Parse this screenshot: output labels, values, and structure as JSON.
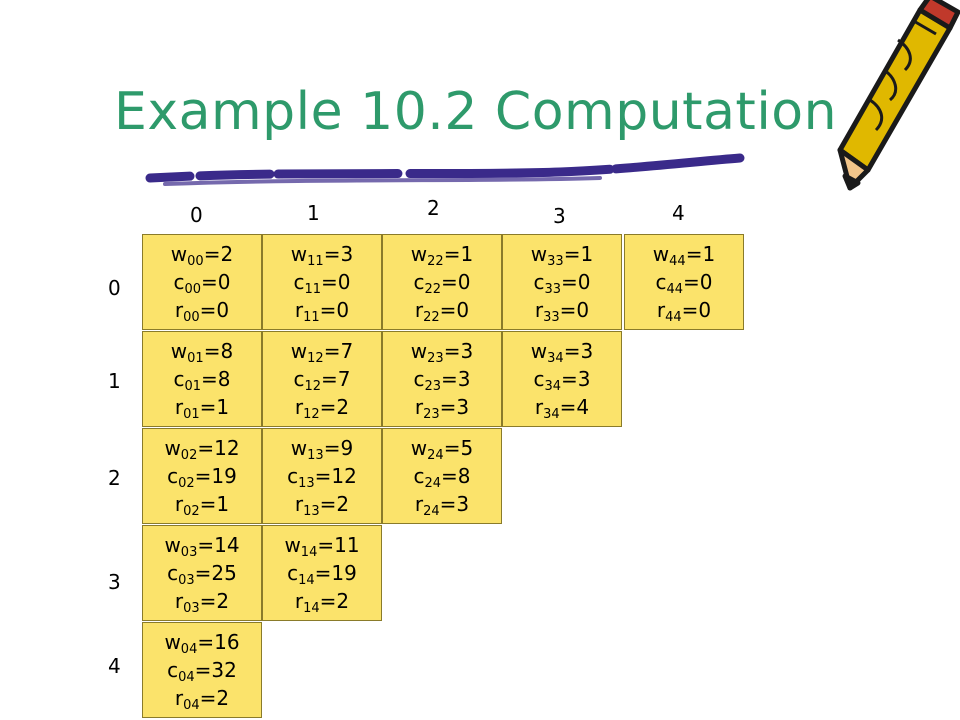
{
  "title": "Example 10.2 Computation",
  "column_labels": [
    "0",
    "1",
    "2",
    "3",
    "4"
  ],
  "row_labels": [
    "0",
    "1",
    "2",
    "3",
    "4"
  ],
  "colors": {
    "title": "#2e9a6b",
    "cell_fill": "#fbe36b",
    "stroke": "#3a2a8a"
  },
  "decoration": "pencil-icon",
  "cells": [
    {
      "col": 0,
      "row": 0,
      "lines": [
        {
          "v": "w",
          "s": "00",
          "val": "=2"
        },
        {
          "v": "c",
          "s": "00",
          "val": "=0"
        },
        {
          "v": "r",
          "s": "00",
          "val": "=0"
        }
      ]
    },
    {
      "col": 1,
      "row": 0,
      "lines": [
        {
          "v": "w",
          "s": "11",
          "val": "=3"
        },
        {
          "v": "c",
          "s": "11",
          "val": "=0"
        },
        {
          "v": "r",
          "s": "11",
          "val": "=0"
        }
      ]
    },
    {
      "col": 2,
      "row": 0,
      "lines": [
        {
          "v": "w",
          "s": "22",
          "val": "=1"
        },
        {
          "v": "c",
          "s": "22",
          "val": "=0"
        },
        {
          "v": "r",
          "s": "22",
          "val": "=0"
        }
      ]
    },
    {
      "col": 3,
      "row": 0,
      "lines": [
        {
          "v": "w",
          "s": "33",
          "val": "=1"
        },
        {
          "v": "c",
          "s": "33",
          "val": "=0"
        },
        {
          "v": "r",
          "s": "33",
          "val": "=0"
        }
      ]
    },
    {
      "col": 4,
      "row": 0,
      "lines": [
        {
          "v": "w",
          "s": "44",
          "val": "=1"
        },
        {
          "v": "c",
          "s": "44",
          "val": "=0"
        },
        {
          "v": "r",
          "s": "44",
          "val": "=0"
        }
      ]
    },
    {
      "col": 0,
      "row": 1,
      "lines": [
        {
          "v": "w",
          "s": "01",
          "val": "=8"
        },
        {
          "v": "c",
          "s": "01",
          "val": "=8"
        },
        {
          "v": "r",
          "s": "01",
          "val": "=1"
        }
      ]
    },
    {
      "col": 1,
      "row": 1,
      "lines": [
        {
          "v": "w",
          "s": "12",
          "val": "=7"
        },
        {
          "v": "c",
          "s": "12",
          "val": "=7"
        },
        {
          "v": "r",
          "s": "12",
          "val": "=2"
        }
      ]
    },
    {
      "col": 2,
      "row": 1,
      "lines": [
        {
          "v": "w",
          "s": "23",
          "val": "=3"
        },
        {
          "v": "c",
          "s": "23",
          "val": "=3"
        },
        {
          "v": "r",
          "s": "23",
          "val": "=3"
        }
      ]
    },
    {
      "col": 3,
      "row": 1,
      "lines": [
        {
          "v": "w",
          "s": "34",
          "val": "=3"
        },
        {
          "v": "c",
          "s": "34",
          "val": "=3"
        },
        {
          "v": "r",
          "s": "34",
          "val": "=4"
        }
      ]
    },
    {
      "col": 0,
      "row": 2,
      "lines": [
        {
          "v": "w",
          "s": "02",
          "val": "=12"
        },
        {
          "v": "c",
          "s": "02",
          "val": "=19"
        },
        {
          "v": "r",
          "s": "02",
          "val": "=1"
        }
      ]
    },
    {
      "col": 1,
      "row": 2,
      "lines": [
        {
          "v": "w",
          "s": "13",
          "val": "=9"
        },
        {
          "v": "c",
          "s": "13",
          "val": "=12"
        },
        {
          "v": "r",
          "s": "13",
          "val": "=2"
        }
      ]
    },
    {
      "col": 2,
      "row": 2,
      "lines": [
        {
          "v": "w",
          "s": "24",
          "val": "=5"
        },
        {
          "v": "c",
          "s": "24",
          "val": "=8"
        },
        {
          "v": "r",
          "s": "24",
          "val": "=3"
        }
      ]
    },
    {
      "col": 0,
      "row": 3,
      "lines": [
        {
          "v": "w",
          "s": "03",
          "val": "=14"
        },
        {
          "v": "c",
          "s": "03",
          "val": "=25"
        },
        {
          "v": "r",
          "s": "03",
          "val": "=2"
        }
      ]
    },
    {
      "col": 1,
      "row": 3,
      "lines": [
        {
          "v": "w",
          "s": "14",
          "val": "=11"
        },
        {
          "v": "c",
          "s": "14",
          "val": "=19"
        },
        {
          "v": "r",
          "s": "14",
          "val": "=2"
        }
      ]
    },
    {
      "col": 0,
      "row": 4,
      "lines": [
        {
          "v": "w",
          "s": "04",
          "val": "=16"
        },
        {
          "v": "c",
          "s": "04",
          "val": "=32"
        },
        {
          "v": "r",
          "s": "04",
          "val": "=2"
        }
      ]
    }
  ]
}
